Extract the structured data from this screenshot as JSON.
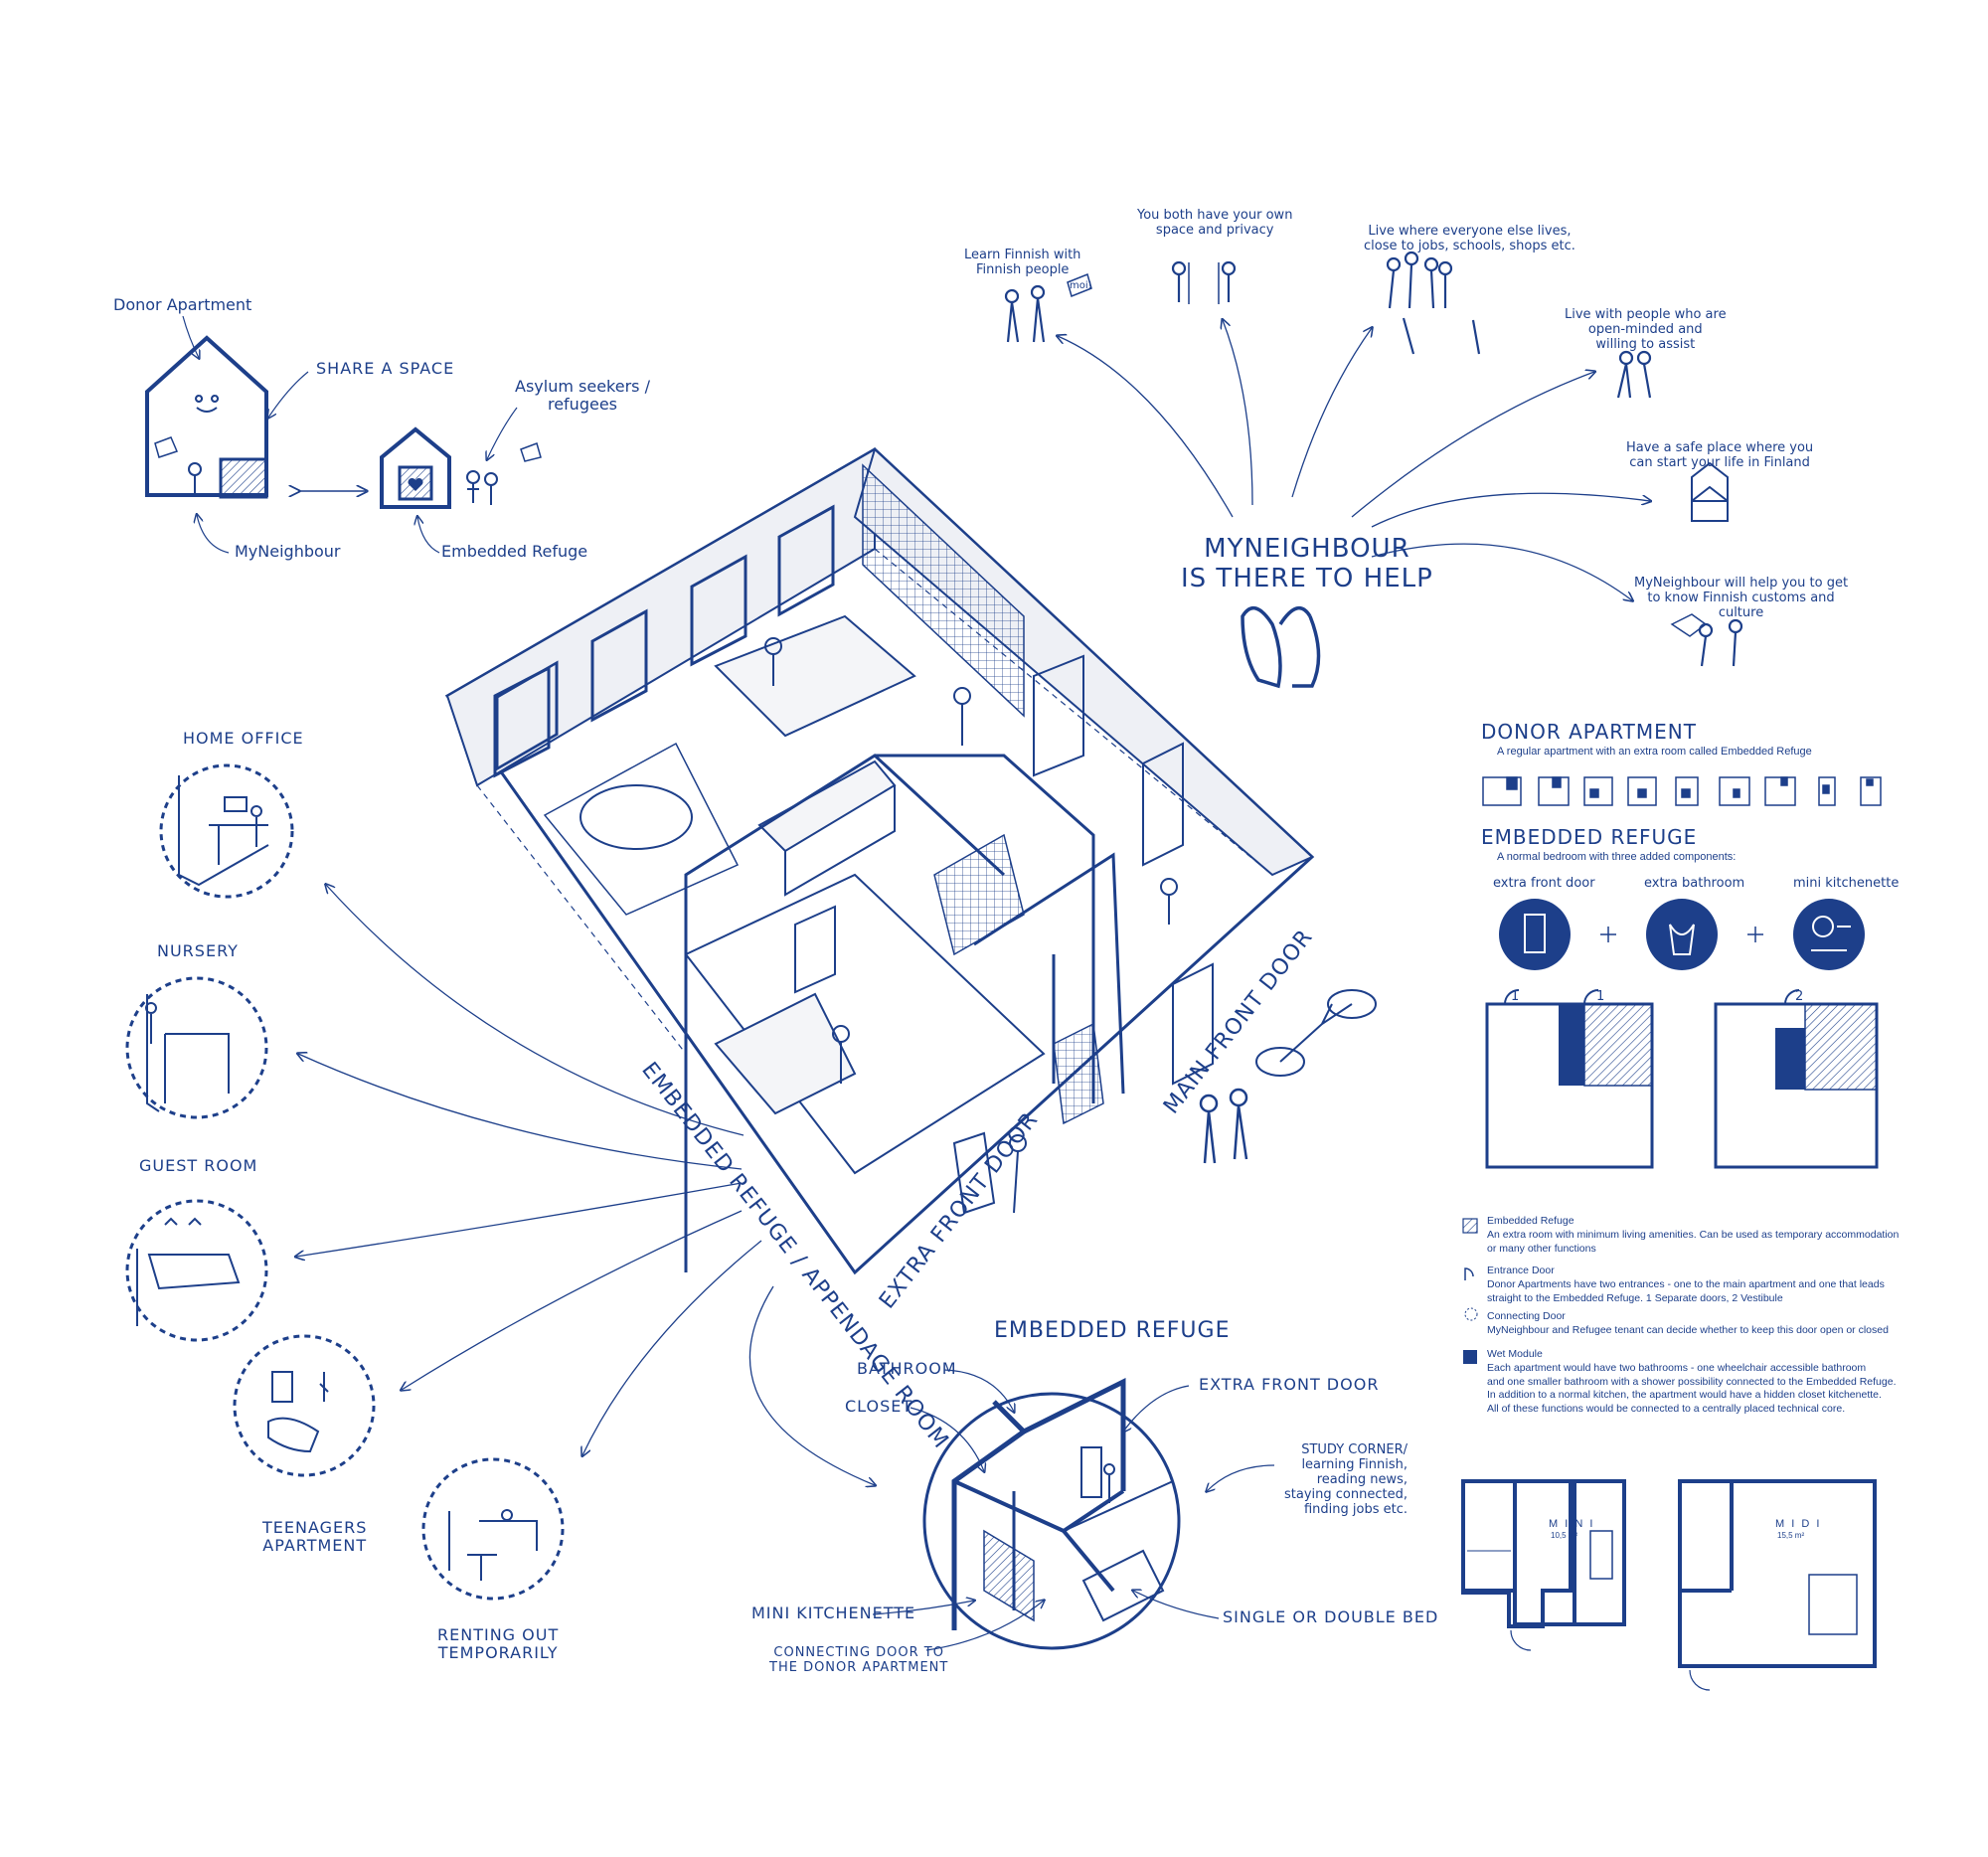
{
  "colors": {
    "primary": "#1d3f8a",
    "light": "#e8ebf2",
    "dark": "#16326f"
  },
  "concept": {
    "donor_apartment": "Donor Apartment",
    "share_a_space": "SHARE A SPACE",
    "asylum_seekers": "Asylum seekers /\nrefugees",
    "my_neighbour": "MyNeighbour",
    "embedded_refuge": "Embedded Refuge"
  },
  "help": {
    "title": "MYNEIGHBOUR\nIS THERE TO HELP",
    "benefits": [
      "Learn Finnish with\nFinnish people",
      "You both have your own\nspace and privacy",
      "Live where everyone else lives,\nclose to jobs, schools, shops etc.",
      "Live with people who are\nopen-minded and\nwilling to assist",
      "Have a safe place where you\ncan start your life in Finland",
      "MyNeighbour will help you to get\nto know Finnish customs and\nculture"
    ],
    "moi": "moi!"
  },
  "uses": [
    {
      "label": "HOME OFFICE",
      "icon": "home-office-icon"
    },
    {
      "label": "NURSERY",
      "icon": "crib-icon"
    },
    {
      "label": "GUEST ROOM",
      "icon": "twin-bed-icon"
    },
    {
      "label": "TEENAGERS\nAPARTMENT",
      "icon": "guitar-icon"
    },
    {
      "label": "RENTING OUT\nTEMPORARILY",
      "icon": "sofa-icon"
    }
  ],
  "axo_labels": {
    "embedded": "EMBEDDED REFUGE / APPENDAGE ROOM",
    "extra_door": "EXTRA FRONT DOOR",
    "main_door": "MAIN FRONT DOOR"
  },
  "detail": {
    "title": "EMBEDDED REFUGE",
    "bathroom": "BATHROOM",
    "closet": "CLOSET",
    "extra_front_door": "EXTRA FRONT DOOR",
    "study": "STUDY CORNER/\nlearning Finnish,\nreading news,\nstaying connected,\nfinding jobs etc.",
    "kitchenette": "MINI KITCHENETTE",
    "connecting": "CONNECTING DOOR TO\nTHE DONOR APARTMENT",
    "bed": "SINGLE OR DOUBLE BED"
  },
  "legend": {
    "donor_title": "DONOR APARTMENT",
    "donor_sub": "A regular apartment with an extra room called Embedded Refuge",
    "refuge_title": "EMBEDDED REFUGE",
    "refuge_sub": "A normal bedroom with three  added components:",
    "components": [
      "extra front door",
      "extra bathroom",
      "mini kitchenette"
    ],
    "door_numbers": [
      "1",
      "1",
      "2"
    ],
    "items": [
      {
        "title": "Embedded Refuge",
        "text": "An extra room with minimum living amenities. Can be used as temporary accommodation\nor many other functions"
      },
      {
        "title": "Entrance Door",
        "text": "Donor Apartments have two entrances - one to the main apartment and one that leads\nstraight to the Embedded Refuge. 1 Separate doors, 2 Vestibule"
      },
      {
        "title": "Connecting Door",
        "text": "MyNeighbour and Refugee tenant can decide whether to keep this door open or closed"
      },
      {
        "title": "Wet Module",
        "text": "Each apartment would have two bathrooms - one wheelchair accessible bathroom\nand one smaller bathroom with a shower possibility connected to the Embedded Refuge.\nIn addition to a normal kitchen, the apartment would have a hidden closet kitchenette.\nAll of these functions would be connected to a centrally placed technical core."
      }
    ],
    "plans": [
      {
        "name": "M I N I",
        "area": "10,5 m²"
      },
      {
        "name": "M I D I",
        "area": "15,5 m²"
      }
    ]
  }
}
